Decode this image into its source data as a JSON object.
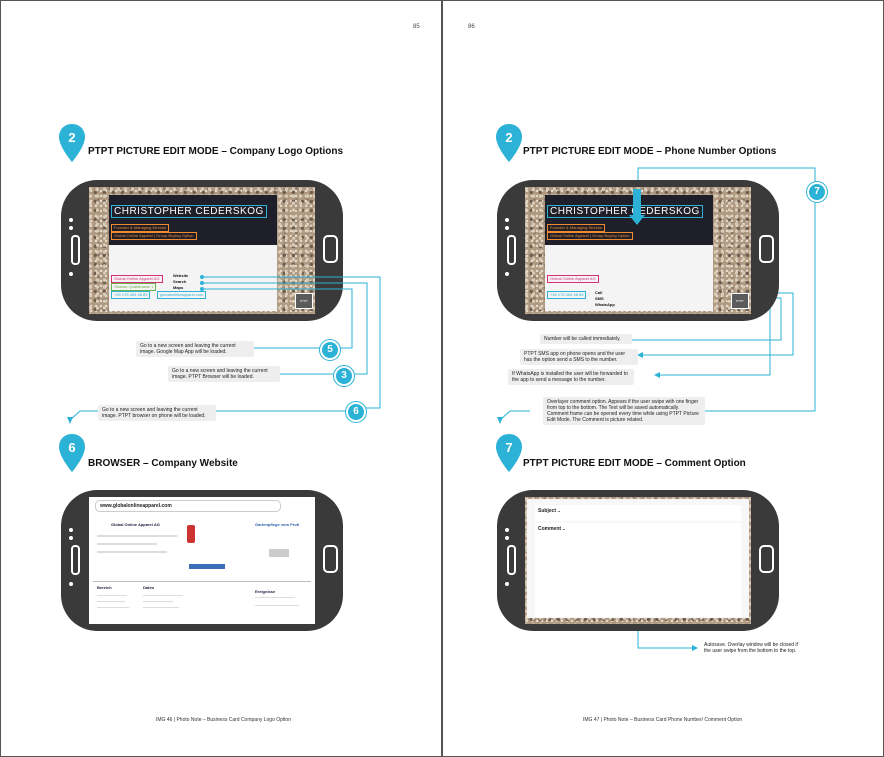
{
  "left_page": {
    "page_number": "85",
    "section_a": {
      "pin_number": "2",
      "heading": "PTPT PICTURE EDIT MODE – Company Logo Options",
      "card": {
        "name": "CHRISTOPHER CEDERSKOG",
        "title": "Founder & Managing Director",
        "company": "Global Online Apparel | Group Buying Option",
        "company_ag": "Global Online Apparel AG",
        "address": "Strasse Quaistrasse 1",
        "phone": "+49 175 454 46 89",
        "web": "globalonlineapparel.com",
        "button": "PTPT"
      },
      "options": [
        "Website",
        "Search",
        "Maps"
      ],
      "notes": [
        {
          "num": "5",
          "text": "Go to a new screen and leaving the current image. Google Map App will be loaded."
        },
        {
          "num": "3",
          "text": "Go to a new screen and leaving the current image. PTPT Browser will be loaded."
        },
        {
          "num": "6",
          "text": "Go to a new screen and leaving the current image. PTPT browser on phone will be loaded."
        }
      ]
    },
    "section_b": {
      "pin_number": "6",
      "heading": "BROWSER – Company Website",
      "url": "www.globalonlineapparel.com",
      "company_title": "Global Online Apparel AG",
      "side_title": "Gartenpflege vom Profi",
      "section_left": "Bereich",
      "section_mid": "Daten",
      "section_right": "Ereignisse"
    },
    "caption": "IMG 46  |  Photo Note – Business Card Company Logo Option"
  },
  "right_page": {
    "page_number": "86",
    "section_a": {
      "pin_number": "2",
      "heading": "PTPT PICTURE EDIT MODE – Phone Number Options",
      "card": {
        "name": "CHRISTOPHER CEDERSKOG",
        "title": "Founder & Managing Director",
        "company": "Global Online Apparel | Group Buying Option",
        "company_ag": "Global Online Apparel AG",
        "phone": "+49 175 454 46 89",
        "button": "PTPT"
      },
      "options": [
        "Call",
        "SMS",
        "WhatsApp"
      ],
      "badge_num": "7",
      "notes": [
        "Number will be called immediately.",
        "PTPT SMS app on phone opens and the user has the option send a SMS to the number.",
        "If WhatsApp is installed the user will be forwarded to the app to send a message to the number.",
        "Overlayer comment option. Appears if the user swipe with one finger from top to the bottom. The Text will be saved automatically. Comment frame can be opened every time while using PTPT Picture Edit Mode. The Comment is picture related."
      ]
    },
    "section_b": {
      "pin_number": "7",
      "heading": "PTPT PICTURE EDIT MODE – Comment Option",
      "subject": "Subject ..",
      "comment": "Comment ..",
      "note": "Autosave. Overlay window will be closed if the user swipe from the bottom to the top."
    },
    "caption": "IMG 47  |  Photo Note – Business Card Phone Number/ Comment Option"
  },
  "colors": {
    "accent": "#2bb2d6",
    "phone_body": "#3a3a3a"
  }
}
